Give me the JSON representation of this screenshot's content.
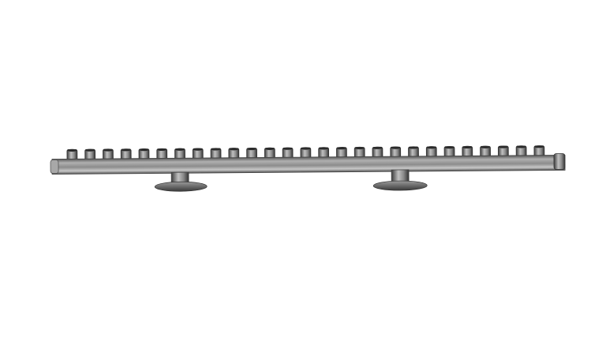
{
  "image": {
    "subject": "stainless-steel-manifold",
    "port_count": 27,
    "mount_count": 2,
    "colors": {
      "background": "#ffffff",
      "steel_light": "#b8b8b8",
      "steel_mid": "#8a8a8a",
      "steel_dark": "#4a4a4a"
    }
  }
}
